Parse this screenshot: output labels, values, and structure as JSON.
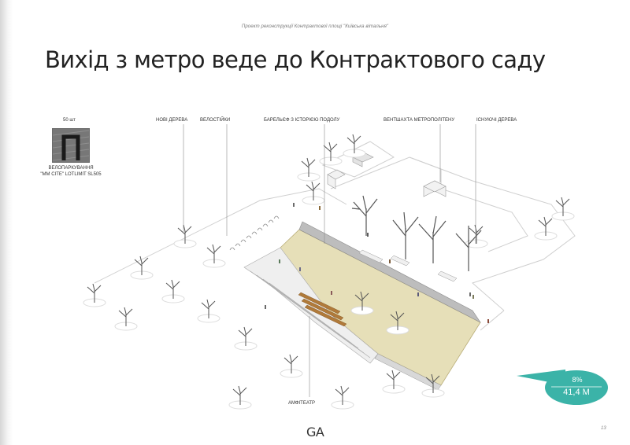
{
  "header": {
    "project": "Проект реконструкції Контрактової площі \"Київська вітальня\""
  },
  "title": "Вихід з метро веде до Контрактового саду",
  "callouts": {
    "new_trees": "нові дерева",
    "bike_racks": "велостійки",
    "bas_relief": "барельєф з історією подолу",
    "vent_shaft": "вентшахта метрополітену",
    "existing_trees": "існуючі дерева",
    "amphitheater": "амфітеатр"
  },
  "bike_rack": {
    "count": "50 шт",
    "label_line1": "велопаркування",
    "label_line2": "\"MM CITE\" LOTLIMIT SL505"
  },
  "slope": {
    "percent": "8%",
    "length": "41,4 М",
    "color": "#3bb3a8"
  },
  "logo": "GA",
  "page_number": "13",
  "colors": {
    "plaza_fill": "#e6dfb8",
    "wall": "#b8b8b8",
    "tree_line": "#555555"
  }
}
